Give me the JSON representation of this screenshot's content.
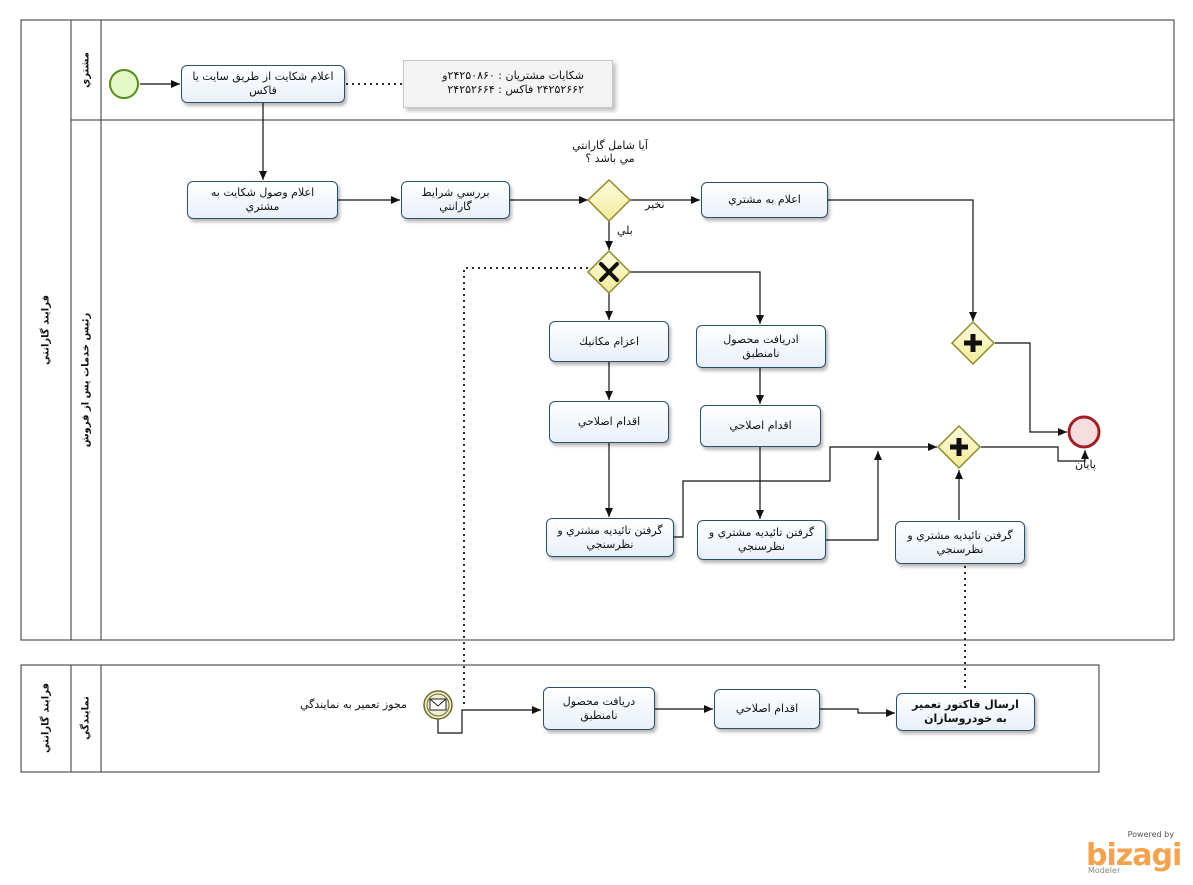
{
  "pools": [
    {
      "label": "فرايند گارانتي",
      "lanes": [
        "مشتري",
        "رئيس خدمات پس از فروش"
      ]
    },
    {
      "label": "فرايند گارانتي",
      "lanes": [
        "نمايندگي"
      ]
    }
  ],
  "tasks": {
    "announce_complaint": "اعلام شكايت  از طريق سايت يا فاكس",
    "announce_receipt": "اعلام وصول شكايت به مشتري",
    "check_warranty": "بررسي شرايط گارانتي",
    "notify_customer": "اعلام به مشتري",
    "dispatch_mechanic": "اعزام مكانيك",
    "receive_nonconforming": "ادريافت محصول نامنطبق",
    "corrective_1": "اقدام اصلاحي",
    "corrective_2": "اقدام اصلاحي",
    "confirm_1": "گرفتن تائيديه مشتري  و نظرسنجي",
    "confirm_2": "گرفتن تائيديه مشتري  و نظرسنجي",
    "confirm_3": "گرفتن تائيديه مشتري  و نظرسنجي",
    "agency_receive": "دريافت محصول نامنطبق",
    "agency_corrective": "اقدام اصلاحي",
    "send_invoice": "ارسال فاكتور تعمير به خودروسازان"
  },
  "note": {
    "line1": "شكايات مشتريان : ۲۴۲۵۰۸۶۰و",
    "line2": "۲۴۲۵۲۶۶۲ فاكس : ۲۴۲۵۲۶۶۴"
  },
  "gateway_question": {
    "line1": "آيا شامل گارانتي",
    "line2": "مي باشد ؟"
  },
  "flow_labels": {
    "no": "نخير",
    "yes": "بلي",
    "end": "پايان"
  },
  "message_event_label": "مجوز تعمير به نمايندگي",
  "branding": {
    "powered_by": "Powered by",
    "name": "bizagi",
    "sub": "Modeler"
  }
}
